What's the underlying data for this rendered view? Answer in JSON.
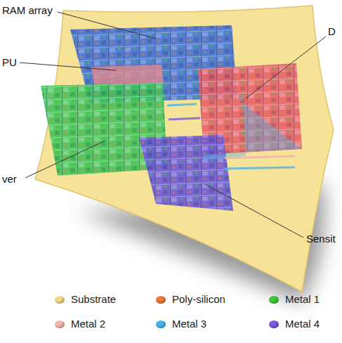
{
  "diagram": {
    "labels": [
      "RAM array",
      "PU",
      "D",
      "ver",
      "Sensit"
    ],
    "legend": [
      {
        "text": "Substrate",
        "color": "#f3d98a"
      },
      {
        "text": "Poly-silicon",
        "color": "#f07a3a"
      },
      {
        "text": "Metal 1",
        "color": "#3cc83c"
      },
      {
        "text": "Metal 2",
        "color": "#f2b8ae"
      },
      {
        "text": "Metal 3",
        "color": "#4ab4ea"
      },
      {
        "text": "Metal 4",
        "color": "#7a5ae0"
      }
    ]
  }
}
